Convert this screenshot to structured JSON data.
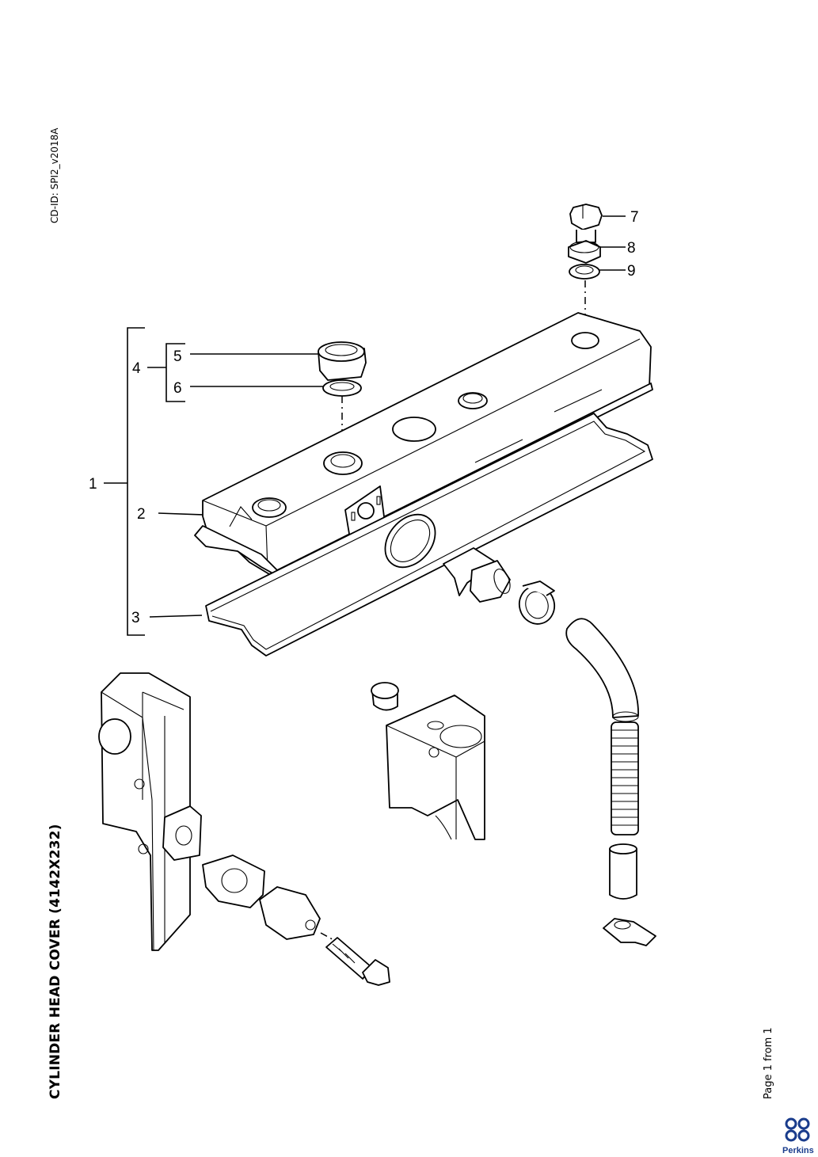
{
  "document": {
    "cd_id": "CD-ID: SPI2_v2018A",
    "title": "CYLINDER HEAD COVER (4142X232)",
    "page_label": "Page 1 from 1",
    "brand": "Perkins"
  },
  "callouts": [
    "1",
    "2",
    "3",
    "4",
    "5",
    "6",
    "7",
    "8",
    "9"
  ],
  "colors": {
    "ink": "#000000",
    "brand_blue": "#1a3c8c"
  }
}
